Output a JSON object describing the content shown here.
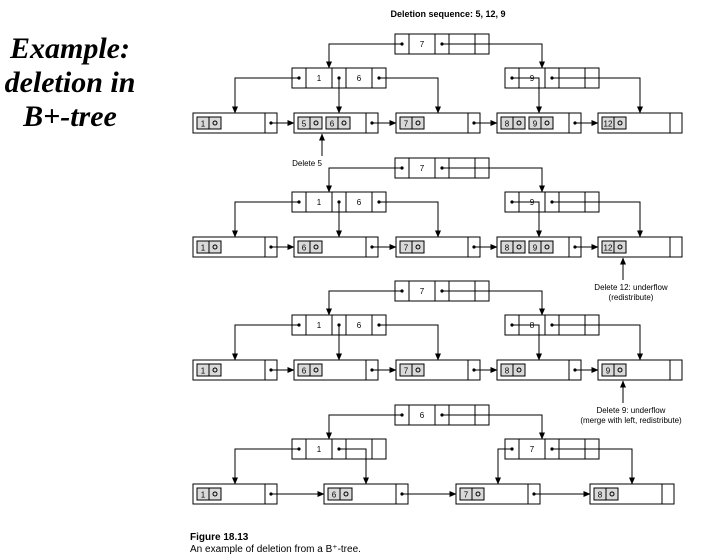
{
  "title_lines": [
    "Example:",
    "deletion in",
    "B+-tree"
  ],
  "sequence_label": "Deletion sequence: 5, 12, 9",
  "stages": [
    {
      "root": [
        "7"
      ],
      "internal": [
        [
          "1",
          "6"
        ],
        [
          "9"
        ]
      ],
      "leaves": [
        [
          "1"
        ],
        [
          "5",
          "6"
        ],
        [
          "7"
        ],
        [
          "8",
          "9"
        ],
        [
          "12"
        ]
      ],
      "annotation": [
        "Delete 5"
      ]
    },
    {
      "root": [
        "7"
      ],
      "internal": [
        [
          "1",
          "6"
        ],
        [
          "9"
        ]
      ],
      "leaves": [
        [
          "1"
        ],
        [
          "6"
        ],
        [
          "7"
        ],
        [
          "8",
          "9"
        ],
        [
          "12"
        ]
      ],
      "annotation": [
        "Delete 12: underflow",
        "(redistribute)"
      ]
    },
    {
      "root": [
        "7"
      ],
      "internal": [
        [
          "1",
          "6"
        ],
        [
          "8"
        ]
      ],
      "leaves": [
        [
          "1"
        ],
        [
          "6"
        ],
        [
          "7"
        ],
        [
          "8"
        ],
        [
          "9"
        ]
      ],
      "annotation": [
        "Delete 9: underflow",
        "(merge with left, redistribute)"
      ]
    },
    {
      "root": [
        "6"
      ],
      "internal": [
        [
          "1"
        ],
        [
          "7"
        ]
      ],
      "leaves": [
        [
          "1"
        ],
        [
          "6"
        ],
        [
          "7"
        ],
        [
          "8"
        ]
      ],
      "annotation": []
    }
  ],
  "caption": {
    "figure_number": "Figure 18.13",
    "text": "An example of deletion from a B⁺-tree."
  }
}
